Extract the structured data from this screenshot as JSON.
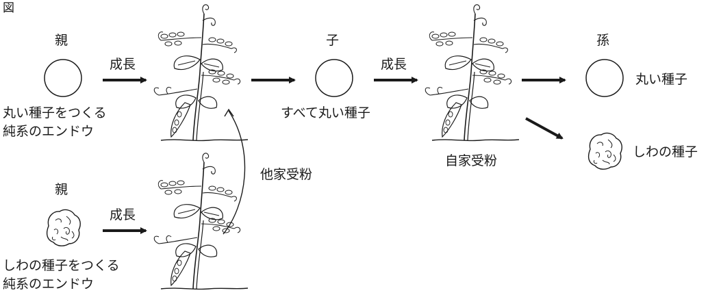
{
  "figure_label": "図",
  "parent_label": "親",
  "child_label": "子",
  "grandchild_label": "孫",
  "growth_label": "成長",
  "cross_pollination_label": "他家受粉",
  "self_pollination_label": "自家受粉",
  "parent_round": {
    "line1": "丸い種子をつくる",
    "line2": "純系のエンドウ"
  },
  "parent_wrinkled": {
    "line1": "しわの種子をつくる",
    "line2": "純系のエンドウ"
  },
  "child_result": "すべて丸い種子",
  "grandchild_round": "丸い種子",
  "grandchild_wrinkled": "しわの種子",
  "colors": {
    "ink": "#1a1a1a",
    "background": "#ffffff"
  },
  "icons": [
    "round-seed-icon",
    "wrinkled-seed-icon",
    "pea-plant-icon",
    "right-arrow-icon",
    "curved-arrow-icon"
  ]
}
